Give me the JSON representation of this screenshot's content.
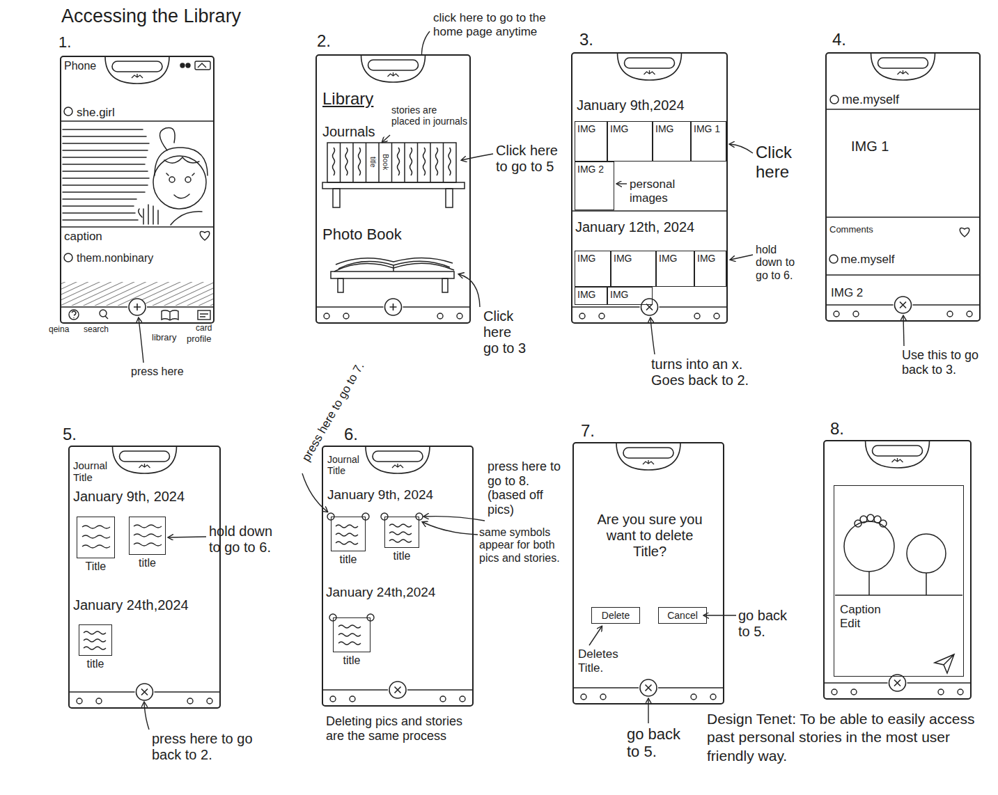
{
  "diagram": {
    "title": "Accessing the Library",
    "caption": "Design Tenet: To be able to easily access past personal stories in the most user friendly way.",
    "nodes": [
      {
        "text": [
          "1.",
          "Phone",
          "she.girl",
          "caption",
          "them.nonbinary"
        ]
      },
      {
        "text": [
          "2.",
          "Library",
          "Journals",
          "Photo Book"
        ]
      },
      {
        "text": [
          "3.",
          "January 9th,2024",
          "personal images",
          "January 12th, 2024"
        ]
      },
      {
        "text": [
          "IMG"
        ],
        "in": 2
      },
      {
        "text": [
          "IMG"
        ],
        "in": 2
      },
      {
        "text": [
          "IMG"
        ],
        "in": 2
      },
      {
        "text": [
          "IMG 1"
        ],
        "in": 2
      },
      {
        "text": [
          "IMG 2"
        ],
        "in": 2
      },
      {
        "text": [
          "IMG"
        ],
        "in": 2
      },
      {
        "text": [
          "IMG"
        ],
        "in": 2
      },
      {
        "text": [
          "IMG"
        ],
        "in": 2
      },
      {
        "text": [
          "IMG"
        ],
        "in": 2
      },
      {
        "text": [
          "IMG"
        ],
        "in": 2
      },
      {
        "text": [
          "IMG"
        ],
        "in": 2
      },
      {
        "text": [
          "4.",
          "me.myself",
          "IMG 1",
          "Comments",
          "me.myself",
          "IMG 2"
        ]
      },
      {
        "text": [
          "5.",
          "Journal Title",
          "January 9th, 2024",
          "January 24th,2024"
        ]
      },
      {
        "text": [
          "Title"
        ],
        "in": 15
      },
      {
        "text": [
          "title"
        ],
        "in": 15
      },
      {
        "text": [
          "title"
        ],
        "in": 15
      },
      {
        "text": [
          "6.",
          "Journal Title",
          "January 9th, 2024",
          "January 24th,2024"
        ]
      },
      {
        "text": [
          "title"
        ],
        "in": 19
      },
      {
        "text": [
          "title"
        ],
        "in": 19
      },
      {
        "text": [
          "title"
        ],
        "in": 19
      },
      {
        "text": [
          "7.",
          "Are you sure you want to delete Title?"
        ]
      },
      {
        "text": [
          "Delete"
        ],
        "in": 23
      },
      {
        "text": [
          "Cancel"
        ],
        "in": 23
      },
      {
        "text": [
          "8."
        ]
      },
      {
        "text": [
          "Caption Edit"
        ],
        "in": 26
      }
    ],
    "labels": [
      "click here to go to the home page anytime",
      "stories are placed in journals",
      "Click here to go to 5",
      "title",
      "Book",
      "Click here go to 3",
      "Click here",
      "hold down to go to 6.",
      "turns into an x. Goes back to 2.",
      "Use this to go back to 3.",
      "qeina",
      "search",
      "library",
      "card",
      "profile",
      "press here",
      "hold down to go to 6.",
      "press here to go back to 2.",
      "press here to go to 7.",
      "press here to go to 8. (based off pics)",
      "same symbols appear for both pics and stories.",
      "Deleting pics and stories are the same process",
      "go back to 5.",
      "Deletes Title.",
      "go back to 5."
    ]
  }
}
